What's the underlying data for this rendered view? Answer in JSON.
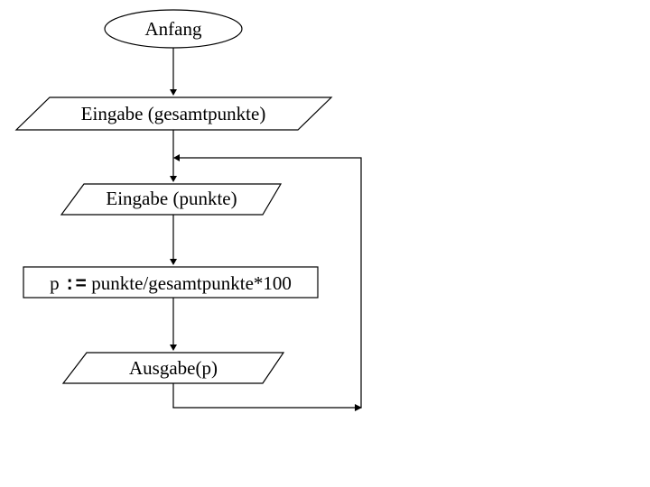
{
  "flowchart": {
    "start": "Anfang",
    "input_total": "Eingabe (gesamtpunkte)",
    "input_points": "Eingabe (punkte)",
    "process_prefix": "p ",
    "process_assign": ":=",
    "process_expr": " punkte/gesamtpunkte*100",
    "output": "Ausgabe(p)"
  }
}
